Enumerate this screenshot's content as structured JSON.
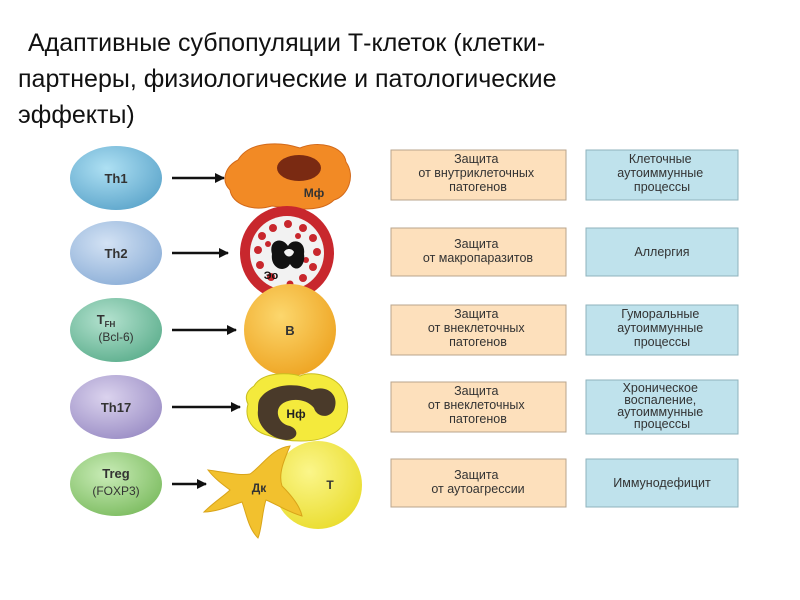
{
  "title": {
    "line1": "Адаптивные субпопуляции Т-клеток (клетки-",
    "line2": "партнеры, физиологические и патологические",
    "line3": "эффекты)"
  },
  "rows": [
    {
      "subset": {
        "line1": "Th1",
        "line2": ""
      },
      "partner": "Мф",
      "function": [
        "Защита",
        "от внутриклеточных",
        "патогенов"
      ],
      "pathology": [
        "Клеточные",
        "аутоиммунные",
        "процессы"
      ]
    },
    {
      "subset": {
        "line1": "Th2",
        "line2": ""
      },
      "partner": "Эо",
      "function": [
        "Защита",
        "от макропаразитов"
      ],
      "pathology": [
        "Аллергия"
      ]
    },
    {
      "subset": {
        "line1": "T",
        "sub": "FH",
        "line2": "(Bcl-6)"
      },
      "partner": "B",
      "function": [
        "Защита",
        "от внеклеточных",
        "патогенов"
      ],
      "pathology": [
        "Гуморальные",
        "аутоиммунные",
        "процессы"
      ]
    },
    {
      "subset": {
        "line1": "Th17",
        "line2": ""
      },
      "partner": "Нф",
      "function": [
        "Защита",
        "от внеклеточных",
        "патогенов"
      ],
      "pathology": [
        "Хроническое",
        "воспаление,",
        "аутоиммунные",
        "процессы"
      ]
    },
    {
      "subset": {
        "line1": "Treg",
        "line2": "(FOXP3)"
      },
      "partner": "Дк",
      "partner2": "T",
      "function": [
        "Защита",
        "от аутоагрессии"
      ],
      "pathology": [
        "Иммунодефицит"
      ]
    }
  ],
  "colors": {
    "th1": "#7bbbd9",
    "th2": "#a6c2e3",
    "tfh": "#7ec4a9",
    "th17": "#b6a9d6",
    "treg": "#9ccf86",
    "function_box": "#fde0bc",
    "pathology_box": "#bfe2ec",
    "macrophage": "#f28a25",
    "eosinophil": "#c8272d",
    "bcell": "#f2b130",
    "neutrophil": "#f4ea3c",
    "dendritic": "#f2c12e",
    "tcell": "#f7ee4a"
  }
}
